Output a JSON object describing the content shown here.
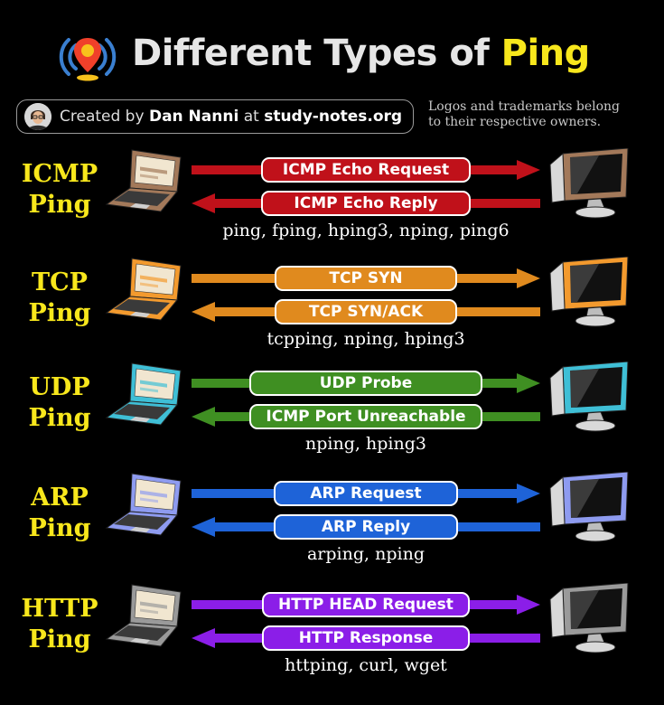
{
  "header": {
    "title_main": "Different Types of ",
    "title_highlight": "Ping",
    "credit_prefix": "Created by ",
    "credit_author": "Dan Nanni",
    "credit_mid": " at ",
    "credit_site": "study-notes.org",
    "disclaimer_line1": "Logos and trademarks belong",
    "disclaimer_line2": "to their respective owners."
  },
  "rows": [
    {
      "label_line1": "ICMP",
      "label_line2": "Ping",
      "request": "ICMP Echo Request",
      "response": "ICMP Echo Reply",
      "tools": "ping, fping, hping3, nping, ping6",
      "color": "#c0111a",
      "device_color": "#a3795a"
    },
    {
      "label_line1": "TCP",
      "label_line2": "Ping",
      "request": "TCP SYN",
      "response": "TCP SYN/ACK",
      "tools": "tcpping, nping, hping3",
      "color": "#e08a1e",
      "device_color": "#f39a2e"
    },
    {
      "label_line1": "UDP",
      "label_line2": "Ping",
      "request": "UDP Probe",
      "response": "ICMP Port Unreachable",
      "tools": "nping, hping3",
      "color": "#3f8f22",
      "device_color": "#3fbfd6"
    },
    {
      "label_line1": "ARP",
      "label_line2": "Ping",
      "request": "ARP Request",
      "response": "ARP Reply",
      "tools": "arping, nping",
      "color": "#1e63d8",
      "device_color": "#8e9bf0"
    },
    {
      "label_line1": "HTTP",
      "label_line2": "Ping",
      "request": "HTTP HEAD Request",
      "response": "HTTP Response",
      "tools": "httping, curl, wget",
      "color": "#8b1ee8",
      "device_color": "#9a9a9a"
    }
  ]
}
